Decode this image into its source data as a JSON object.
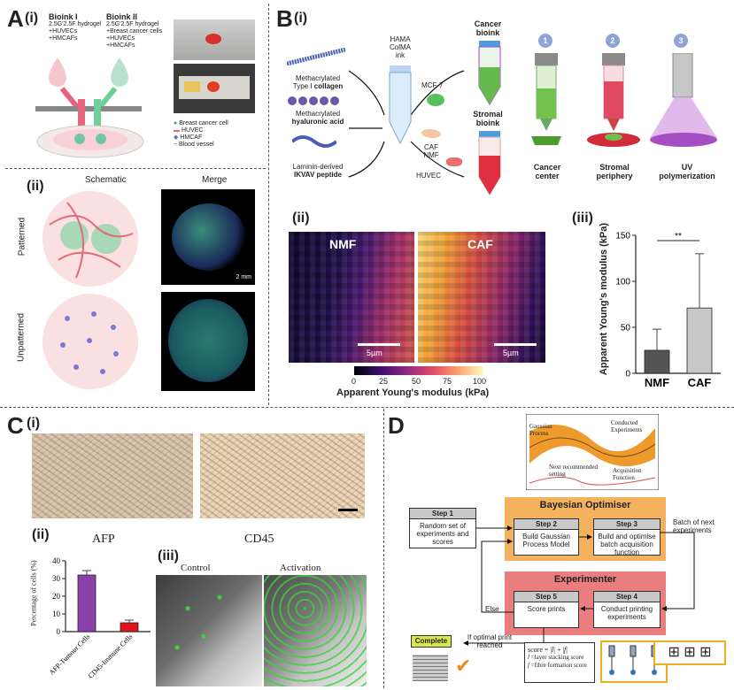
{
  "panelA": {
    "letter": "A",
    "sub_i": "(i)",
    "sub_ii": "(ii)",
    "bioink1": {
      "title": "Bioink I",
      "lines": [
        "2.5G'2.5F hydrogel",
        "+HUVECs",
        "+HMCAFs"
      ]
    },
    "bioink2": {
      "title": "Bioink II",
      "lines": [
        "2.5G'2.5F hydrogel",
        "+Breast cancer cells",
        "+HUVECs",
        "+HMCAFs"
      ]
    },
    "legend": [
      "Breast cancer cell",
      "HUVEC",
      "HMCAF",
      "Blood vessel"
    ],
    "col_schematic": "Schematic",
    "col_merge": "Merge",
    "row_patterned": "Patterned",
    "row_unpatterned": "Unpatterned",
    "scale": "2 mm"
  },
  "panelB": {
    "letter": "B",
    "sub_i": "(i)",
    "sub_ii": "(ii)",
    "sub_iii": "(iii)",
    "materials": [
      "Methacrylated",
      "Type I collagen",
      "Methacrylated",
      "hyaluronic acid",
      "Laminin-derived",
      "IKVAV peptide"
    ],
    "mat_plain": [
      "Methacrylated",
      "Methacrylated",
      "Laminin-derived"
    ],
    "mat_bold": [
      "collagen",
      "hyaluronic acid",
      "IKVAV peptide"
    ],
    "mat_prefix": [
      "Type I",
      "",
      ""
    ],
    "ink": [
      "HAMA",
      "ColMA",
      "ink"
    ],
    "mcf7": "MCF-7",
    "caf_nmf": [
      "CAF",
      "NMF"
    ],
    "huvec": "HUVEC",
    "cancer_bioink": [
      "Cancer",
      "bioink"
    ],
    "stromal_bioink": [
      "Stromal",
      "bioink"
    ],
    "steps": [
      {
        "num": "1",
        "label": [
          "Cancer",
          "center"
        ]
      },
      {
        "num": "2",
        "label": [
          "Stromal",
          "periphery"
        ]
      },
      {
        "num": "3",
        "label": [
          "UV",
          "polymerization"
        ]
      }
    ],
    "heatmap": {
      "left": "NMF",
      "right": "CAF",
      "scale": "5µm",
      "colorbar_label": "Apparent Young's modulus (kPa)",
      "ticks": [
        "0",
        "25",
        "50",
        "75",
        "100"
      ]
    },
    "bar": {
      "ylabel": "Apparent Young's modulus (kPa)",
      "sig": "**",
      "yticks": [
        "0",
        "50",
        "100",
        "150"
      ]
    }
  },
  "panelC": {
    "letter": "C",
    "sub_i": "(i)",
    "sub_ii": "(ii)",
    "sub_iii": "(iii)",
    "afp": "AFP",
    "cd45": "CD45",
    "control": "Control",
    "activation": "Activation",
    "bar": {
      "ylabel": "Percentage of cells (%)",
      "yticks": [
        "0",
        "10",
        "20",
        "30",
        "40"
      ]
    }
  },
  "panelD": {
    "letter": "D",
    "gp": {
      "process": [
        "Gaussian",
        "Process"
      ],
      "conducted": [
        "Conducted",
        "Experiments"
      ],
      "next": [
        "Next recommended",
        "setting"
      ],
      "acq": [
        "Acquisition",
        "Function"
      ]
    },
    "optimiser": "Bayesian Optimiser",
    "experimenter": "Experimenter",
    "steps": [
      {
        "hd": "Step 1",
        "bd": "Random set of experiments and scores"
      },
      {
        "hd": "Step 2",
        "bd": "Build Gaussian Process Model"
      },
      {
        "hd": "Step 3",
        "bd": "Build and optimise batch acquisition function"
      },
      {
        "hd": "Step 4",
        "bd": "Conduct printing experiments"
      },
      {
        "hd": "Step 5",
        "bd": "Score prints"
      }
    ],
    "batch": [
      "Batch of next",
      "experiments"
    ],
    "else": "Else",
    "complete": "Complete",
    "optimal": [
      "If optimal print",
      "reached"
    ],
    "score": [
      "score = |l| + |f|",
      "l = layer stacking score",
      "f = fibre formation score"
    ],
    "score_eq": "score = |",
    "score_l": "l",
    "score_mid": "| + |",
    "score_f": "f",
    "score_end": "|",
    "l_def": "=layer stacking score",
    "f_def": "=fibre formation score"
  },
  "chart_data": [
    {
      "type": "bar",
      "categories": [
        "NMF",
        "CAF"
      ],
      "values": [
        25,
        71
      ],
      "errors": [
        23,
        59
      ],
      "ylabel": "Apparent Young's modulus (kPa)",
      "ylim": [
        0,
        150
      ],
      "colors": [
        "#545454",
        "#c8c8c8"
      ]
    },
    {
      "type": "bar",
      "categories": [
        "AFP-Tumour Cells",
        "CD45-Immune Cells"
      ],
      "values": [
        32,
        5
      ],
      "errors": [
        2.5,
        1.5
      ],
      "ylabel": "Percentage of cells (%)",
      "ylim": [
        0,
        40
      ],
      "colors": [
        "#8b3fa8",
        "#e0141c"
      ]
    }
  ]
}
